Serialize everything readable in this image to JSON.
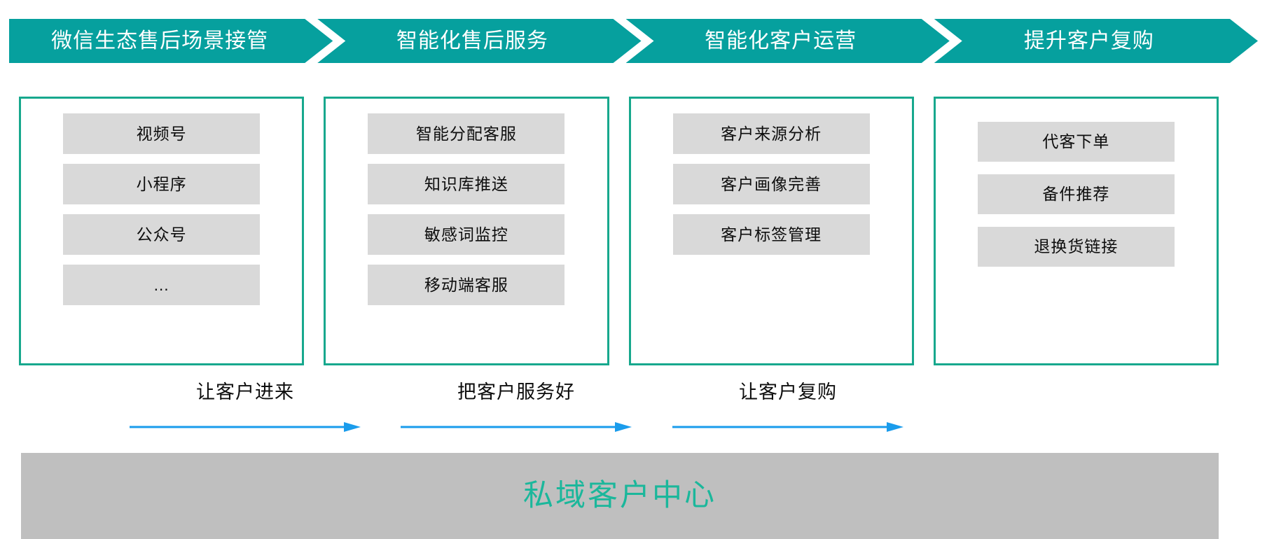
{
  "header": {
    "segments": [
      {
        "label": "微信生态售后场景接管"
      },
      {
        "label": "智能化售后服务"
      },
      {
        "label": "智能化客户运营"
      },
      {
        "label": "提升客户复购"
      }
    ],
    "color": "#06A09E"
  },
  "columns": [
    {
      "name": "wechat-ecosystem-takeover",
      "items": [
        {
          "label": "视频号"
        },
        {
          "label": "小程序"
        },
        {
          "label": "公众号"
        },
        {
          "label": "…"
        }
      ]
    },
    {
      "name": "intelligent-after-sales-service",
      "items": [
        {
          "label": "智能分配客服"
        },
        {
          "label": "知识库推送"
        },
        {
          "label": "敏感词监控"
        },
        {
          "label": "移动端客服"
        }
      ]
    },
    {
      "name": "intelligent-customer-operation",
      "items": [
        {
          "label": "客户来源分析"
        },
        {
          "label": "客户画像完善"
        },
        {
          "label": "客户标签管理"
        }
      ]
    },
    {
      "name": "boost-repurchase",
      "items": [
        {
          "label": "代客下单"
        },
        {
          "label": "备件推荐"
        },
        {
          "label": "退换货链接"
        }
      ]
    }
  ],
  "column_border_color": "#17A88D",
  "item_box_color": "#D9D9D9",
  "arrows": [
    {
      "label": "让客户进来",
      "color": "#1A9CEC"
    },
    {
      "label": "把客户服务好",
      "color": "#1A9CEC"
    },
    {
      "label": "让客户复购",
      "color": "#1A9CEC"
    }
  ],
  "bottom_bar": {
    "label": "私域客户中心",
    "background": "#BFBFBF",
    "text_color": "#1BB79B"
  }
}
